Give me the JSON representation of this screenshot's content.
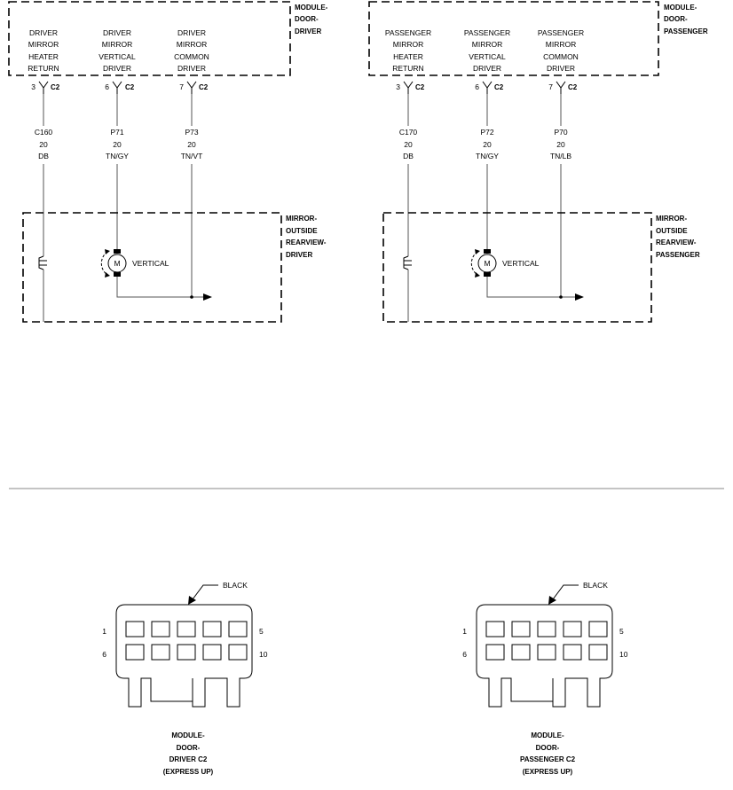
{
  "driver_side": {
    "module_title": [
      "MODULE-",
      "DOOR-",
      "DRIVER"
    ],
    "pins": [
      {
        "function": [
          "DRIVER",
          "MIRROR",
          "HEATER",
          "RETURN"
        ],
        "cavity": "3",
        "connector": "C2",
        "circuit": "C160",
        "gauge": "20",
        "color": "DB"
      },
      {
        "function": [
          "DRIVER",
          "MIRROR",
          "VERTICAL",
          "DRIVER"
        ],
        "cavity": "6",
        "connector": "C2",
        "circuit": "P71",
        "gauge": "20",
        "color": "TN/GY"
      },
      {
        "function": [
          "DRIVER",
          "MIRROR",
          "COMMON",
          "DRIVER"
        ],
        "cavity": "7",
        "connector": "C2",
        "circuit": "P73",
        "gauge": "20",
        "color": "TN/VT"
      }
    ],
    "mirror_title": [
      "MIRROR-",
      "OUTSIDE",
      "REARVIEW-",
      "DRIVER"
    ],
    "motor_letter": "M",
    "motor_label": "VERTICAL"
  },
  "passenger_side": {
    "module_title": [
      "MODULE-",
      "DOOR-",
      "PASSENGER"
    ],
    "pins": [
      {
        "function": [
          "PASSENGER",
          "MIRROR",
          "HEATER",
          "RETURN"
        ],
        "cavity": "3",
        "connector": "C2",
        "circuit": "C170",
        "gauge": "20",
        "color": "DB"
      },
      {
        "function": [
          "PASSENGER",
          "MIRROR",
          "VERTICAL",
          "DRIVER"
        ],
        "cavity": "6",
        "connector": "C2",
        "circuit": "P72",
        "gauge": "20",
        "color": "TN/GY"
      },
      {
        "function": [
          "PASSENGER",
          "MIRROR",
          "COMMON",
          "DRIVER"
        ],
        "cavity": "7",
        "connector": "C2",
        "circuit": "P70",
        "gauge": "20",
        "color": "TN/LB"
      }
    ],
    "mirror_title": [
      "MIRROR-",
      "OUTSIDE",
      "REARVIEW-",
      "PASSENGER"
    ],
    "motor_letter": "M",
    "motor_label": "VERTICAL"
  },
  "connectors": [
    {
      "color_label": "BLACK",
      "pin_first_top": "1",
      "pin_last_top": "5",
      "pin_first_bottom": "6",
      "pin_last_bottom": "10",
      "caption": [
        "MODULE-",
        "DOOR-",
        "DRIVER C2",
        "(EXPRESS UP)"
      ]
    },
    {
      "color_label": "BLACK",
      "pin_first_top": "1",
      "pin_last_top": "5",
      "pin_first_bottom": "6",
      "pin_last_bottom": "10",
      "caption": [
        "MODULE-",
        "DOOR-",
        "PASSENGER C2",
        "(EXPRESS UP)"
      ]
    }
  ]
}
